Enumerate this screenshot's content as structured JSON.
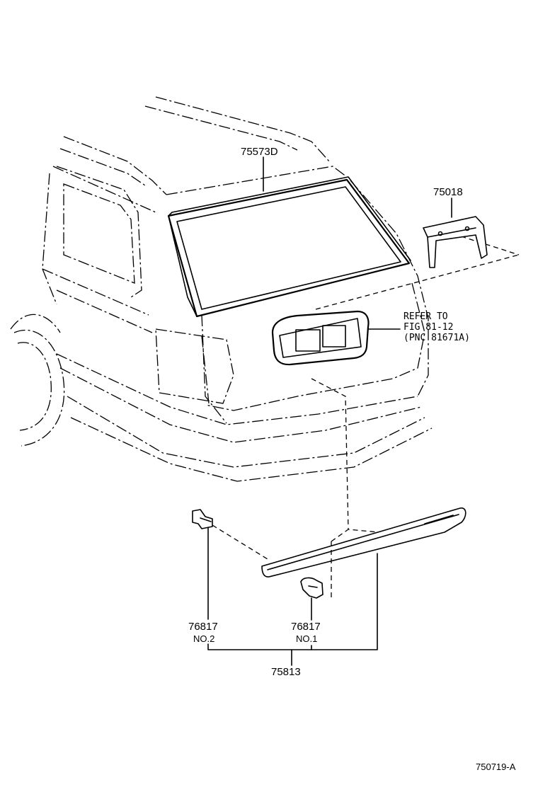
{
  "labels": {
    "part_75573D": "75573D",
    "part_75018": "75018",
    "refer_line1": "REFER TO",
    "refer_line2": "FIG 81-12",
    "refer_line3": "(PNC 81671A)",
    "part_76817_no2_num": "76817",
    "part_76817_no2_sub": "NO.2",
    "part_76817_no1_num": "76817",
    "part_76817_no1_sub": "NO.1",
    "part_75813": "75813",
    "figure_code": "750719-A"
  }
}
